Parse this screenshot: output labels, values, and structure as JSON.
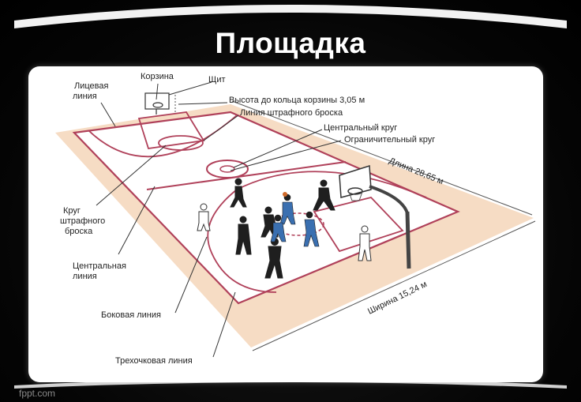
{
  "slide": {
    "title": "Площадка",
    "watermark": "fppt.com"
  },
  "labels": {
    "end_line": [
      "Лицевая",
      "линия"
    ],
    "basket": "Корзина",
    "backboard": "Щит",
    "rim_height": "Высота до кольца корзины 3,05 м",
    "free_throw_line": "Линия штрафного броска",
    "center_circle": "Центральный круг",
    "restricted_circle": "Ограничительный круг",
    "length": "Длина 28,65 м",
    "free_throw_circle": [
      "Круг",
      "штрафного",
      "броска"
    ],
    "center_line": [
      "Центральная",
      "линия"
    ],
    "side_line": "Боковая линия",
    "width": "Ширина 15,24 м",
    "three_point_line": "Трехочковая линия"
  },
  "colors": {
    "court_surround": "#f6dcc4",
    "court_lines": "#b0415a",
    "court_floor": "#ffffff",
    "leader_lines": "#333333",
    "title": "#ffffff"
  }
}
